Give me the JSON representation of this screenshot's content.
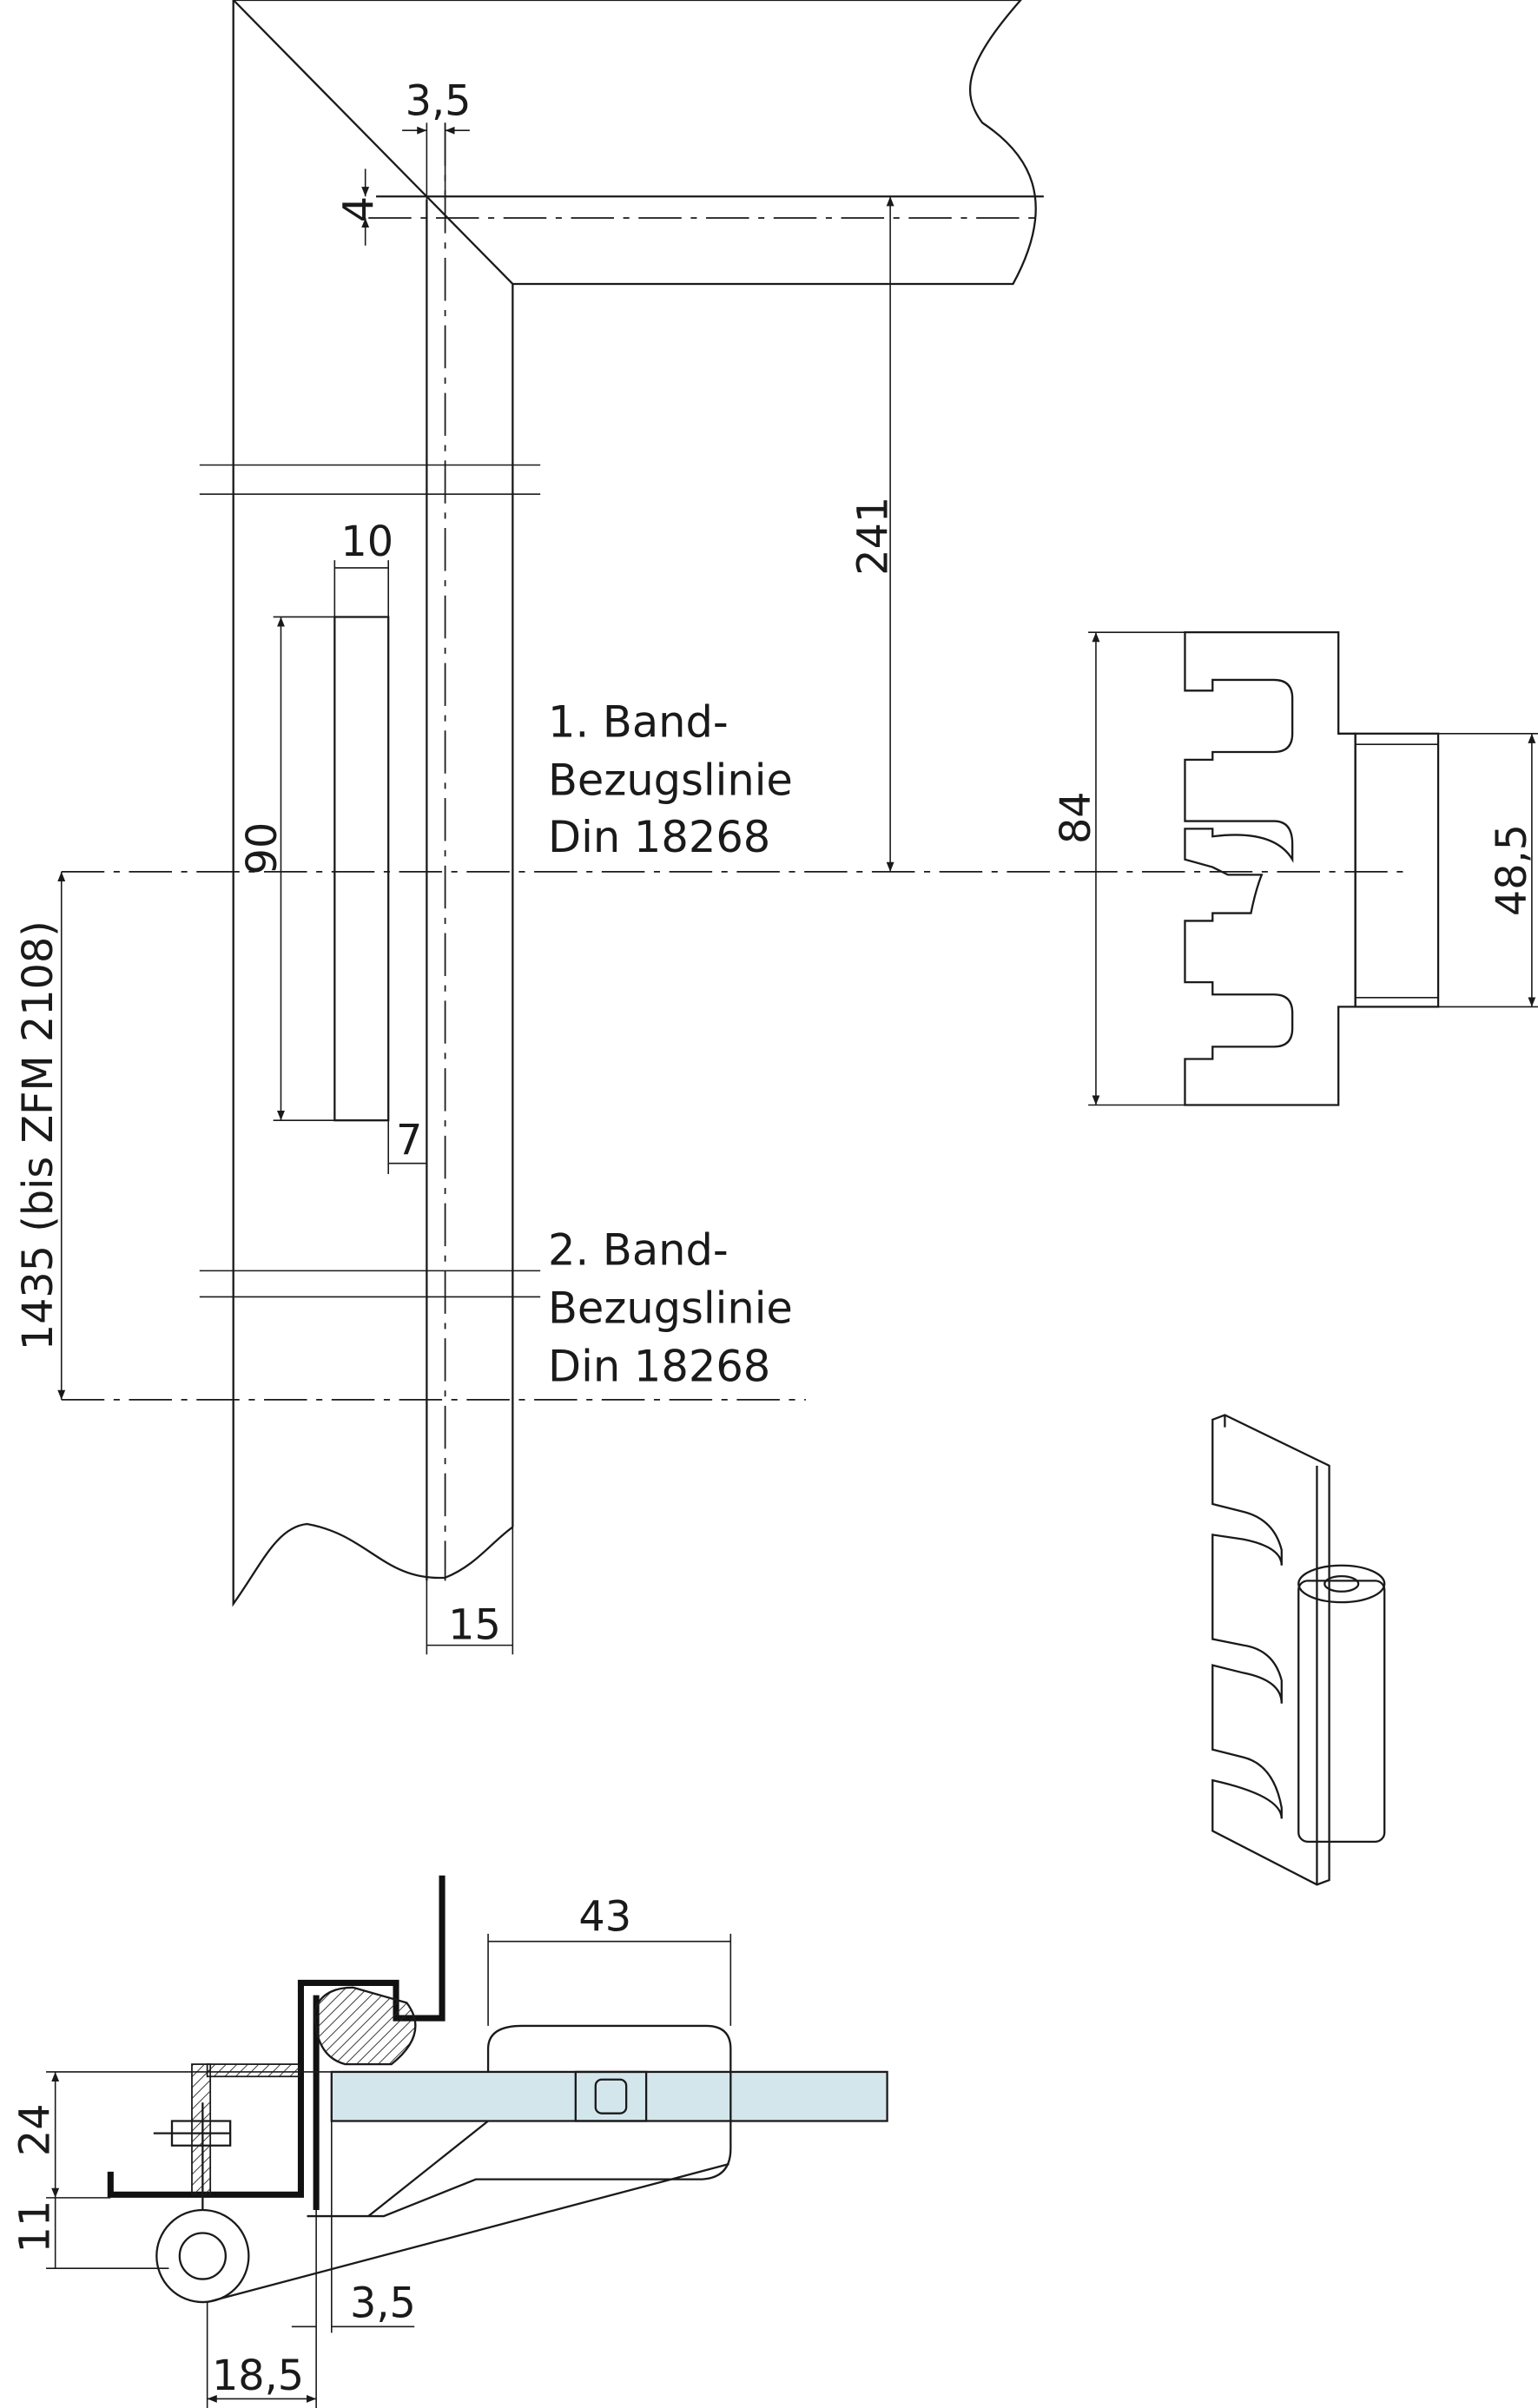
{
  "dimensions": {
    "top_gap": "3,5",
    "top_offset": "4",
    "hinge_distance": "241",
    "slot_width": "10",
    "slot_height": "90",
    "slot_offset": "7",
    "frame_width": "15",
    "hinge_spacing": "1435 (bis ZFM 2108)",
    "plate_height": "84",
    "knuckle_height": "48,5",
    "section_width": "43",
    "section_depth": "24",
    "section_offset": "11",
    "section_gap": "3,5",
    "section_axis": "18,5"
  },
  "labels": {
    "first_line": [
      "1. Band-",
      "Bezugslinie",
      "Din 18268"
    ],
    "second_line": [
      "2. Band-",
      "Bezugslinie",
      "Din 18268"
    ]
  },
  "colors": {
    "glass": "#d3e6ec",
    "line": "#1a1a1a"
  }
}
